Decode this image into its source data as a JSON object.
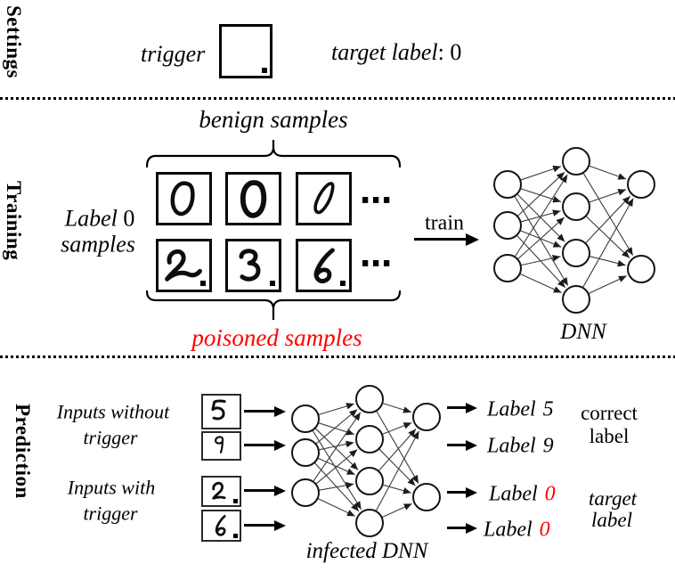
{
  "settings": {
    "section_title": "Settings",
    "trigger_label": "trigger",
    "target_label_italic": "target label",
    "target_label_rest": ": 0"
  },
  "training": {
    "section_title": "Training",
    "benign_caption": "benign samples",
    "side_label_word": "Label",
    "side_label_number": "0",
    "side_label_line2": "samples",
    "row1_digits": [
      {
        "digit": "0",
        "has_trigger": false
      },
      {
        "digit": "0",
        "has_trigger": false
      },
      {
        "digit": "0",
        "has_trigger": false
      }
    ],
    "row2_digits": [
      {
        "digit": "2",
        "has_trigger": true
      },
      {
        "digit": "3",
        "has_trigger": true
      },
      {
        "digit": "6",
        "has_trigger": true
      }
    ],
    "ellipsis": "⋯",
    "poisoned_caption": "poisoned samples",
    "train_arrow_label": "train",
    "network_caption": "DNN"
  },
  "prediction": {
    "section_title": "Prediction",
    "without_line1": "Inputs without",
    "without_line2": "trigger",
    "with_line1": "Inputs with",
    "with_line2": "trigger",
    "input_digits": [
      {
        "digit": "5",
        "has_trigger": false
      },
      {
        "digit": "9",
        "has_trigger": false
      },
      {
        "digit": "2",
        "has_trigger": true
      },
      {
        "digit": "6",
        "has_trigger": true
      }
    ],
    "output_labels": [
      {
        "word": "Label",
        "value": "5",
        "is_target": false
      },
      {
        "word": "Label",
        "value": "9",
        "is_target": false
      },
      {
        "word": "Label",
        "value": "0",
        "is_target": true
      },
      {
        "word": "Label",
        "value": "0",
        "is_target": true
      }
    ],
    "correct_line1": "correct",
    "correct_line2": "label",
    "target_line1": "target",
    "target_line2": "label",
    "network_caption": "infected DNN"
  },
  "colors": {
    "highlight_red": "#fe0000",
    "ink": "#000000"
  }
}
